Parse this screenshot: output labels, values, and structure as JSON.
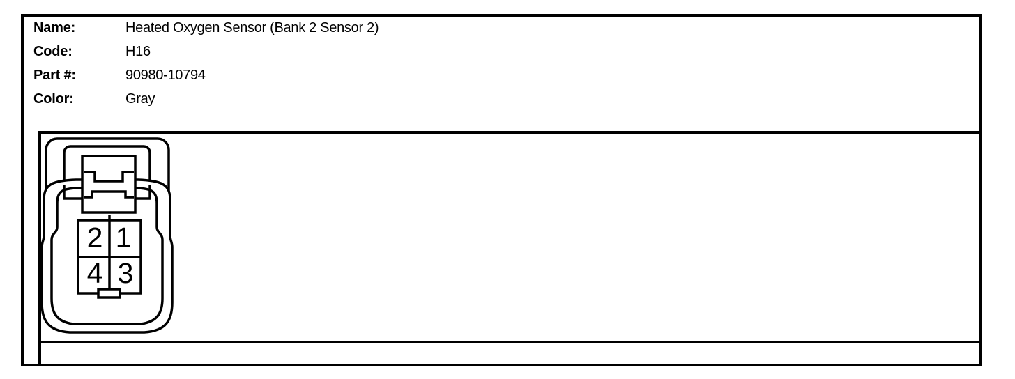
{
  "page": {
    "background": "#ffffff",
    "line_color": "#000000"
  },
  "header": {
    "fields": [
      {
        "label": "Name:",
        "value": "Heated Oxygen Sensor (Bank 2 Sensor 2)"
      },
      {
        "label": "Code:",
        "value": "H16"
      },
      {
        "label": "Part #:",
        "value": "90980-10794"
      },
      {
        "label": "Color:",
        "value": "Gray"
      }
    ]
  },
  "connector": {
    "type": "4-pin connector face view",
    "pins": [
      {
        "number": "2",
        "position": "top-left"
      },
      {
        "number": "1",
        "position": "top-right"
      },
      {
        "number": "4",
        "position": "bottom-left"
      },
      {
        "number": "3",
        "position": "bottom-right"
      }
    ]
  }
}
